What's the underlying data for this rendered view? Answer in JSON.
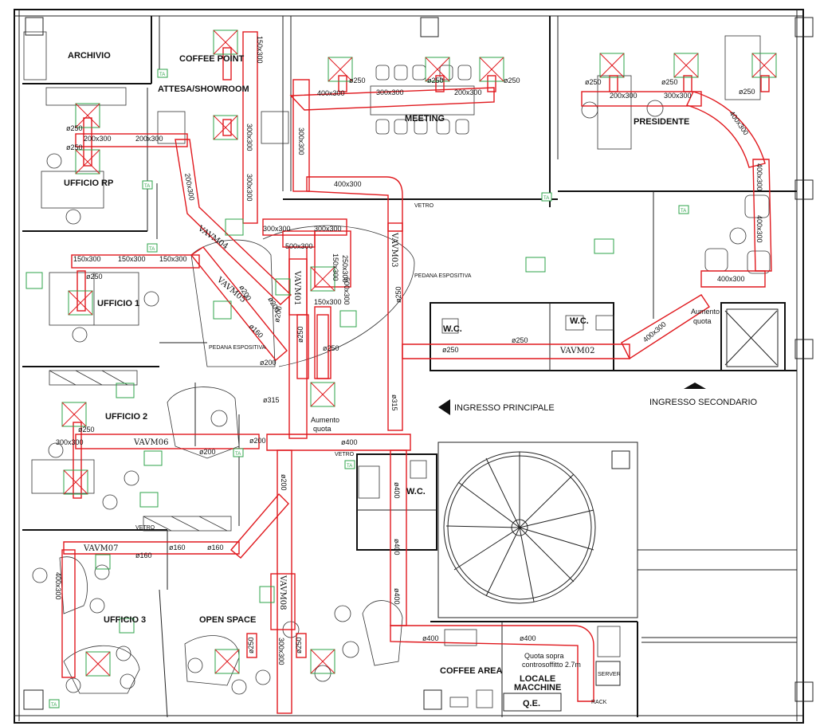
{
  "rooms": [
    {
      "id": "archivio",
      "label": "ARCHIVIO"
    },
    {
      "id": "coffee-point",
      "label": "COFFEE POINT"
    },
    {
      "id": "attesa",
      "label": "ATTESA/SHOWROOM"
    },
    {
      "id": "meeting",
      "label": "MEETING"
    },
    {
      "id": "presidente",
      "label": "PRESIDENTE"
    },
    {
      "id": "ufficio-rp",
      "label": "UFFICIO RP"
    },
    {
      "id": "ufficio-1",
      "label": "UFFICIO 1"
    },
    {
      "id": "ufficio-2",
      "label": "UFFICIO 2"
    },
    {
      "id": "ufficio-3",
      "label": "UFFICIO 3"
    },
    {
      "id": "open-space",
      "label": "OPEN SPACE"
    },
    {
      "id": "coffee-area",
      "label": "COFFEE AREA"
    },
    {
      "id": "wc-1",
      "label": "W.C."
    },
    {
      "id": "wc-2",
      "label": "W.C."
    },
    {
      "id": "wc-3",
      "label": "W.C."
    },
    {
      "id": "locale-macchine-1",
      "label": "LOCALE"
    },
    {
      "id": "locale-macchine-2",
      "label": "MACCHINE"
    },
    {
      "id": "server",
      "label": "SERVER"
    },
    {
      "id": "qe",
      "label": "Q.E."
    },
    {
      "id": "rack",
      "label": "RACK"
    }
  ],
  "entrances": {
    "principale": "INGRESSO PRINCIPALE",
    "secondario": "INGRESSO SECONDARIO"
  },
  "notes": {
    "pedana1": "PEDANA ESPOSITIVA",
    "pedana2": "PEDANA ESPOSITIVA",
    "aumento1_a": "Aumento",
    "aumento1_b": "quota",
    "aumento2_a": "Aumento",
    "aumento2_b": "quota",
    "quota_a": "Quota sopra",
    "quota_b": "controsoffitto 2.7m",
    "vetro": "VETRO",
    "ta": "TA"
  },
  "vav_units": [
    {
      "id": "VAVM01",
      "label": "VAVM01"
    },
    {
      "id": "VAVM02",
      "label": "VAVM02"
    },
    {
      "id": "VAVM03",
      "label": "VAVM03"
    },
    {
      "id": "VAVM04",
      "label": "VAVM04"
    },
    {
      "id": "VAVM05",
      "label": "VAVM05"
    },
    {
      "id": "VAVM06",
      "label": "VAVM06"
    },
    {
      "id": "VAVM07",
      "label": "VAVM07"
    },
    {
      "id": "VAVM08",
      "label": "VAVM08"
    }
  ],
  "duct_sizes": [
    "150x300",
    "200x300",
    "200x300",
    "300x300",
    "300x300",
    "300x300",
    "400x300",
    "300x300",
    "200x300",
    "400x300",
    "200x300",
    "300x300",
    "400x300",
    "400x300",
    "400x300",
    "200x300",
    "150x300",
    "150x300",
    "150x300",
    "300x300",
    "500x300",
    "300x300",
    "150x300",
    "250x300",
    "500x300",
    "150x300",
    "300x300",
    "300x300",
    "400x300",
    "400x300",
    "400x300"
  ],
  "round_ducts": [
    "ø250",
    "ø250",
    "ø250",
    "ø250",
    "ø250",
    "ø250",
    "ø250",
    "ø250",
    "ø250",
    "ø250",
    "ø200",
    "ø200",
    "ø200",
    "ø200",
    "ø160",
    "ø160",
    "ø160",
    "ø160",
    "ø315",
    "ø315",
    "ø400",
    "ø400",
    "ø400",
    "ø400",
    "ø400",
    "ø400",
    "ø200",
    "ø200",
    "ø250",
    "ø250",
    "ø250",
    "ø250",
    "ø250",
    "ø250",
    "ø250",
    "ø200"
  ]
}
